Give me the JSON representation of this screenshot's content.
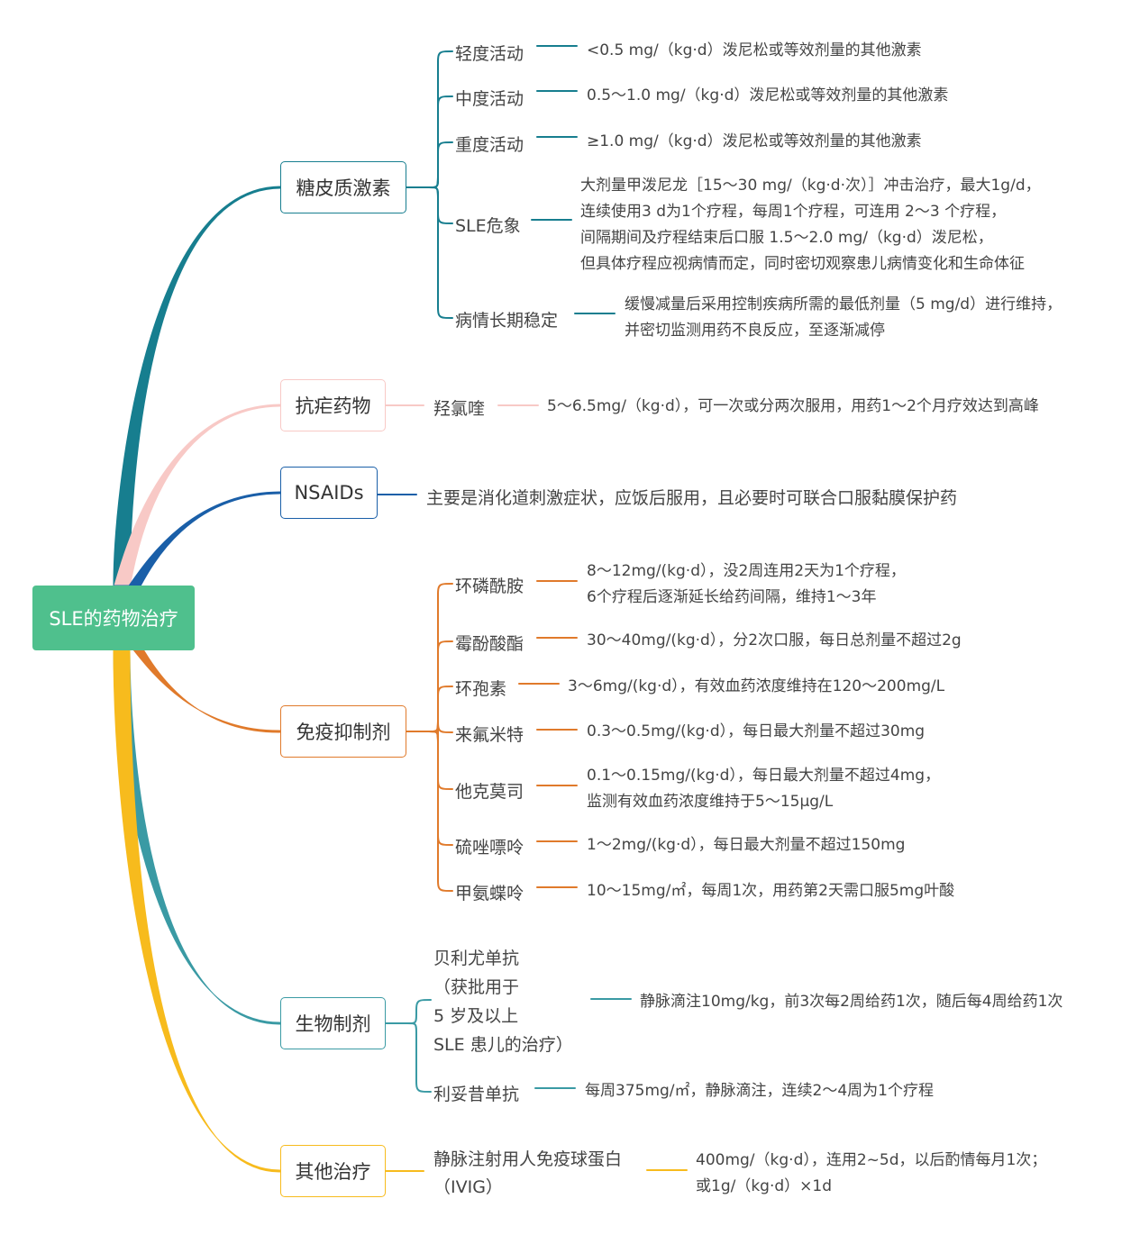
{
  "root": {
    "label": "SLE的药物治疗",
    "color": "#4fc08d"
  },
  "categories": [
    {
      "label": "糖皮质激素",
      "color": "#177e8f",
      "items": [
        {
          "name": "轻度活动",
          "desc": [
            "<0.5 mg/（kg·d）泼尼松或等效剂量的其他激素"
          ]
        },
        {
          "name": "中度活动",
          "desc": [
            "0.5～1.0 mg/（kg·d）泼尼松或等效剂量的其他激素"
          ]
        },
        {
          "name": "重度活动",
          "desc": [
            "≥1.0 mg/（kg·d）泼尼松或等效剂量的其他激素"
          ]
        },
        {
          "name": "SLE危象",
          "desc": [
            "大剂量甲泼尼龙［15～30 mg/（kg·d·次）］冲击治疗，最大1g/d，",
            "连续使用3 d为1个疗程，每周1个疗程，可连用 2～3 个疗程，",
            "间隔期间及疗程结束后口服 1.5～2.0 mg/（kg·d）泼尼松，",
            "但具体疗程应视病情而定，同时密切观察患儿病情变化和生命体征"
          ]
        },
        {
          "name": "病情长期稳定",
          "desc": [
            "缓慢减量后采用控制疾病所需的最低剂量（5 mg/d）进行维持，",
            "并密切监测用药不良反应，至逐渐减停"
          ]
        }
      ]
    },
    {
      "label": "抗疟药物",
      "color": "#f8c9c6",
      "items": [
        {
          "name": "羟氯喹",
          "desc": [
            "5～6.5mg/（kg·d），可一次或分两次服用，用药1～2个月疗效达到高峰"
          ]
        }
      ]
    },
    {
      "label": "NSAIDs",
      "color": "#1a5fa8",
      "items": [
        {
          "name": "主要是消化道刺激症状，应饭后服用，且必要时可联合口服黏膜保护药",
          "desc": []
        }
      ]
    },
    {
      "label": "免疫抑制剂",
      "color": "#e07a2b",
      "items": [
        {
          "name": "环磷酰胺",
          "desc": [
            "8～12mg/(kg·d），没2周连用2天为1个疗程，",
            "6个疗程后逐渐延长给药间隔，维持1～3年"
          ]
        },
        {
          "name": "霉酚酸酯",
          "desc": [
            "30～40mg/(kg·d），分2次口服，每日总剂量不超过2g"
          ]
        },
        {
          "name": "环孢素",
          "desc": [
            "3～6mg/(kg·d），有效血药浓度维持在120～200mg/L"
          ]
        },
        {
          "name": "来氟米特",
          "desc": [
            "0.3～0.5mg/(kg·d），每日最大剂量不超过30mg"
          ]
        },
        {
          "name": "他克莫司",
          "desc": [
            "0.1～0.15mg/(kg·d），每日最大剂量不超过4mg，",
            "监测有效血药浓度维持于5～15μg/L"
          ]
        },
        {
          "name": "硫唑嘌呤",
          "desc": [
            "1～2mg/(kg·d），每日最大剂量不超过150mg"
          ]
        },
        {
          "name": "甲氨蝶呤",
          "desc": [
            "10～15mg/㎡，每周1次，用药第2天需口服5mg叶酸"
          ]
        }
      ]
    },
    {
      "label": "生物制剂",
      "color": "#3a9aa4",
      "items": [
        {
          "name": "贝利尤单抗\n（获批用于\n5 岁及以上\nSLE 患儿的治疗）",
          "desc": [
            "静脉滴注10mg/kg，前3次每2周给药1次，随后每4周给药1次"
          ]
        },
        {
          "name": "利妥昔单抗",
          "desc": [
            "每周375mg/㎡，静脉滴注，连续2～4周为1个疗程"
          ]
        }
      ]
    },
    {
      "label": "其他治疗",
      "color": "#f7bb1d",
      "items": [
        {
          "name": "静脉注射用人免疫球蛋白\n（IVIG）",
          "desc": [
            "400mg/（kg·d），连用2~5d，以后酌情每月1次；",
            "或1g/（kg·d）×1d"
          ]
        }
      ]
    }
  ]
}
